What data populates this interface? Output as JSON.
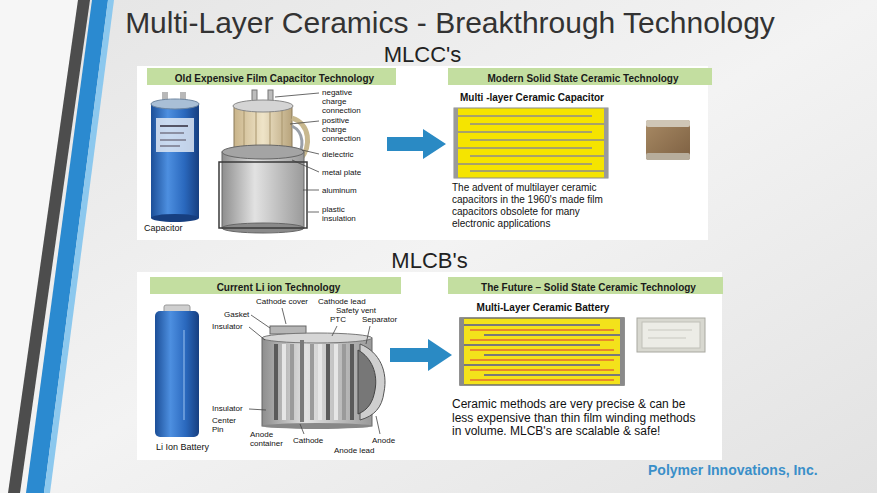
{
  "diagram": {
    "title": "Multi-Layer Ceramics - Breakthrough Technology",
    "nodes": [
      {
        "text": [
          "MLCC's"
        ]
      },
      {
        "text": [
          "Old Expensive Film Capacitor Technology"
        ],
        "in": 0
      },
      {
        "text": [
          "Modern Solid State Ceramic Technology"
        ],
        "in": 0
      },
      {
        "text": [
          "Multi -layer Ceramic Capacitor"
        ],
        "in": 0
      },
      {
        "text": [
          "MLCB's"
        ]
      },
      {
        "text": [
          "Current Li ion Technology"
        ],
        "in": 4
      },
      {
        "text": [
          "The Future – Solid State Ceramic Technology"
        ],
        "in": 4
      },
      {
        "text": [
          "Multi-Layer Ceramic Battery"
        ],
        "in": 4
      }
    ],
    "labels": [
      "Capacitor",
      "negative charge connection",
      "positive charge connection",
      "dielectric",
      "metal plate",
      "aluminum",
      "plastic insulation",
      "The advent of multilayer ceramic capacitors in the 1960's made film capacitors obsolete for many electronic applications",
      "Cathode cover",
      "Cathode lead",
      "Safety vent",
      "PTC",
      "Separator",
      "Gasket",
      "Insulator",
      "Insulator",
      "Center Pin",
      "Anode container",
      "Cathode",
      "Anode lead",
      "Anode",
      "Li Ion Battery",
      "Ceramic methods are very precise & can be less expensive than thin film winding methods in volume. MLCB's are scalable & safe!",
      "Polymer Innovations, Inc."
    ]
  }
}
